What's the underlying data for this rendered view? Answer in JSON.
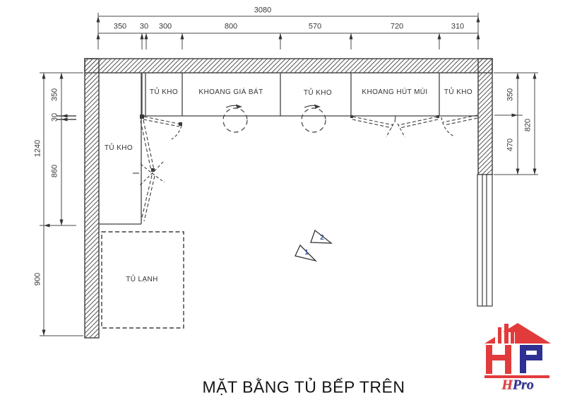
{
  "drawing_title": "MẶT BẰNG TỦ BẾP TRÊN",
  "dimensions": {
    "top": {
      "total": "3080",
      "segments": [
        "350",
        "30",
        "300",
        "800",
        "570",
        "720",
        "310"
      ]
    },
    "left": {
      "inner": [
        "350",
        "30",
        "860"
      ],
      "outer": [
        "1240",
        "900"
      ]
    },
    "right": {
      "inner": [
        "350",
        "470"
      ],
      "outer": "820"
    }
  },
  "cabinets": {
    "tall_cabinet": "TỦ KHO",
    "top_row": [
      "TỦ KHO",
      "KHOANG GIÁ BÁT",
      "TỦ KHO",
      "KHOANG HÚT MÙI",
      "TỦ KHO"
    ],
    "fridge": "TỦ LẠNH"
  },
  "section_markers": {
    "m1": "1",
    "m2": "2"
  },
  "logo": {
    "letter_h": "H",
    "letter_pro": "Pro"
  },
  "colors": {
    "line": "#424242",
    "logo_red": "#e23b3b",
    "logo_blue": "#2e3192",
    "marker_blue": "#3b5a9c"
  }
}
